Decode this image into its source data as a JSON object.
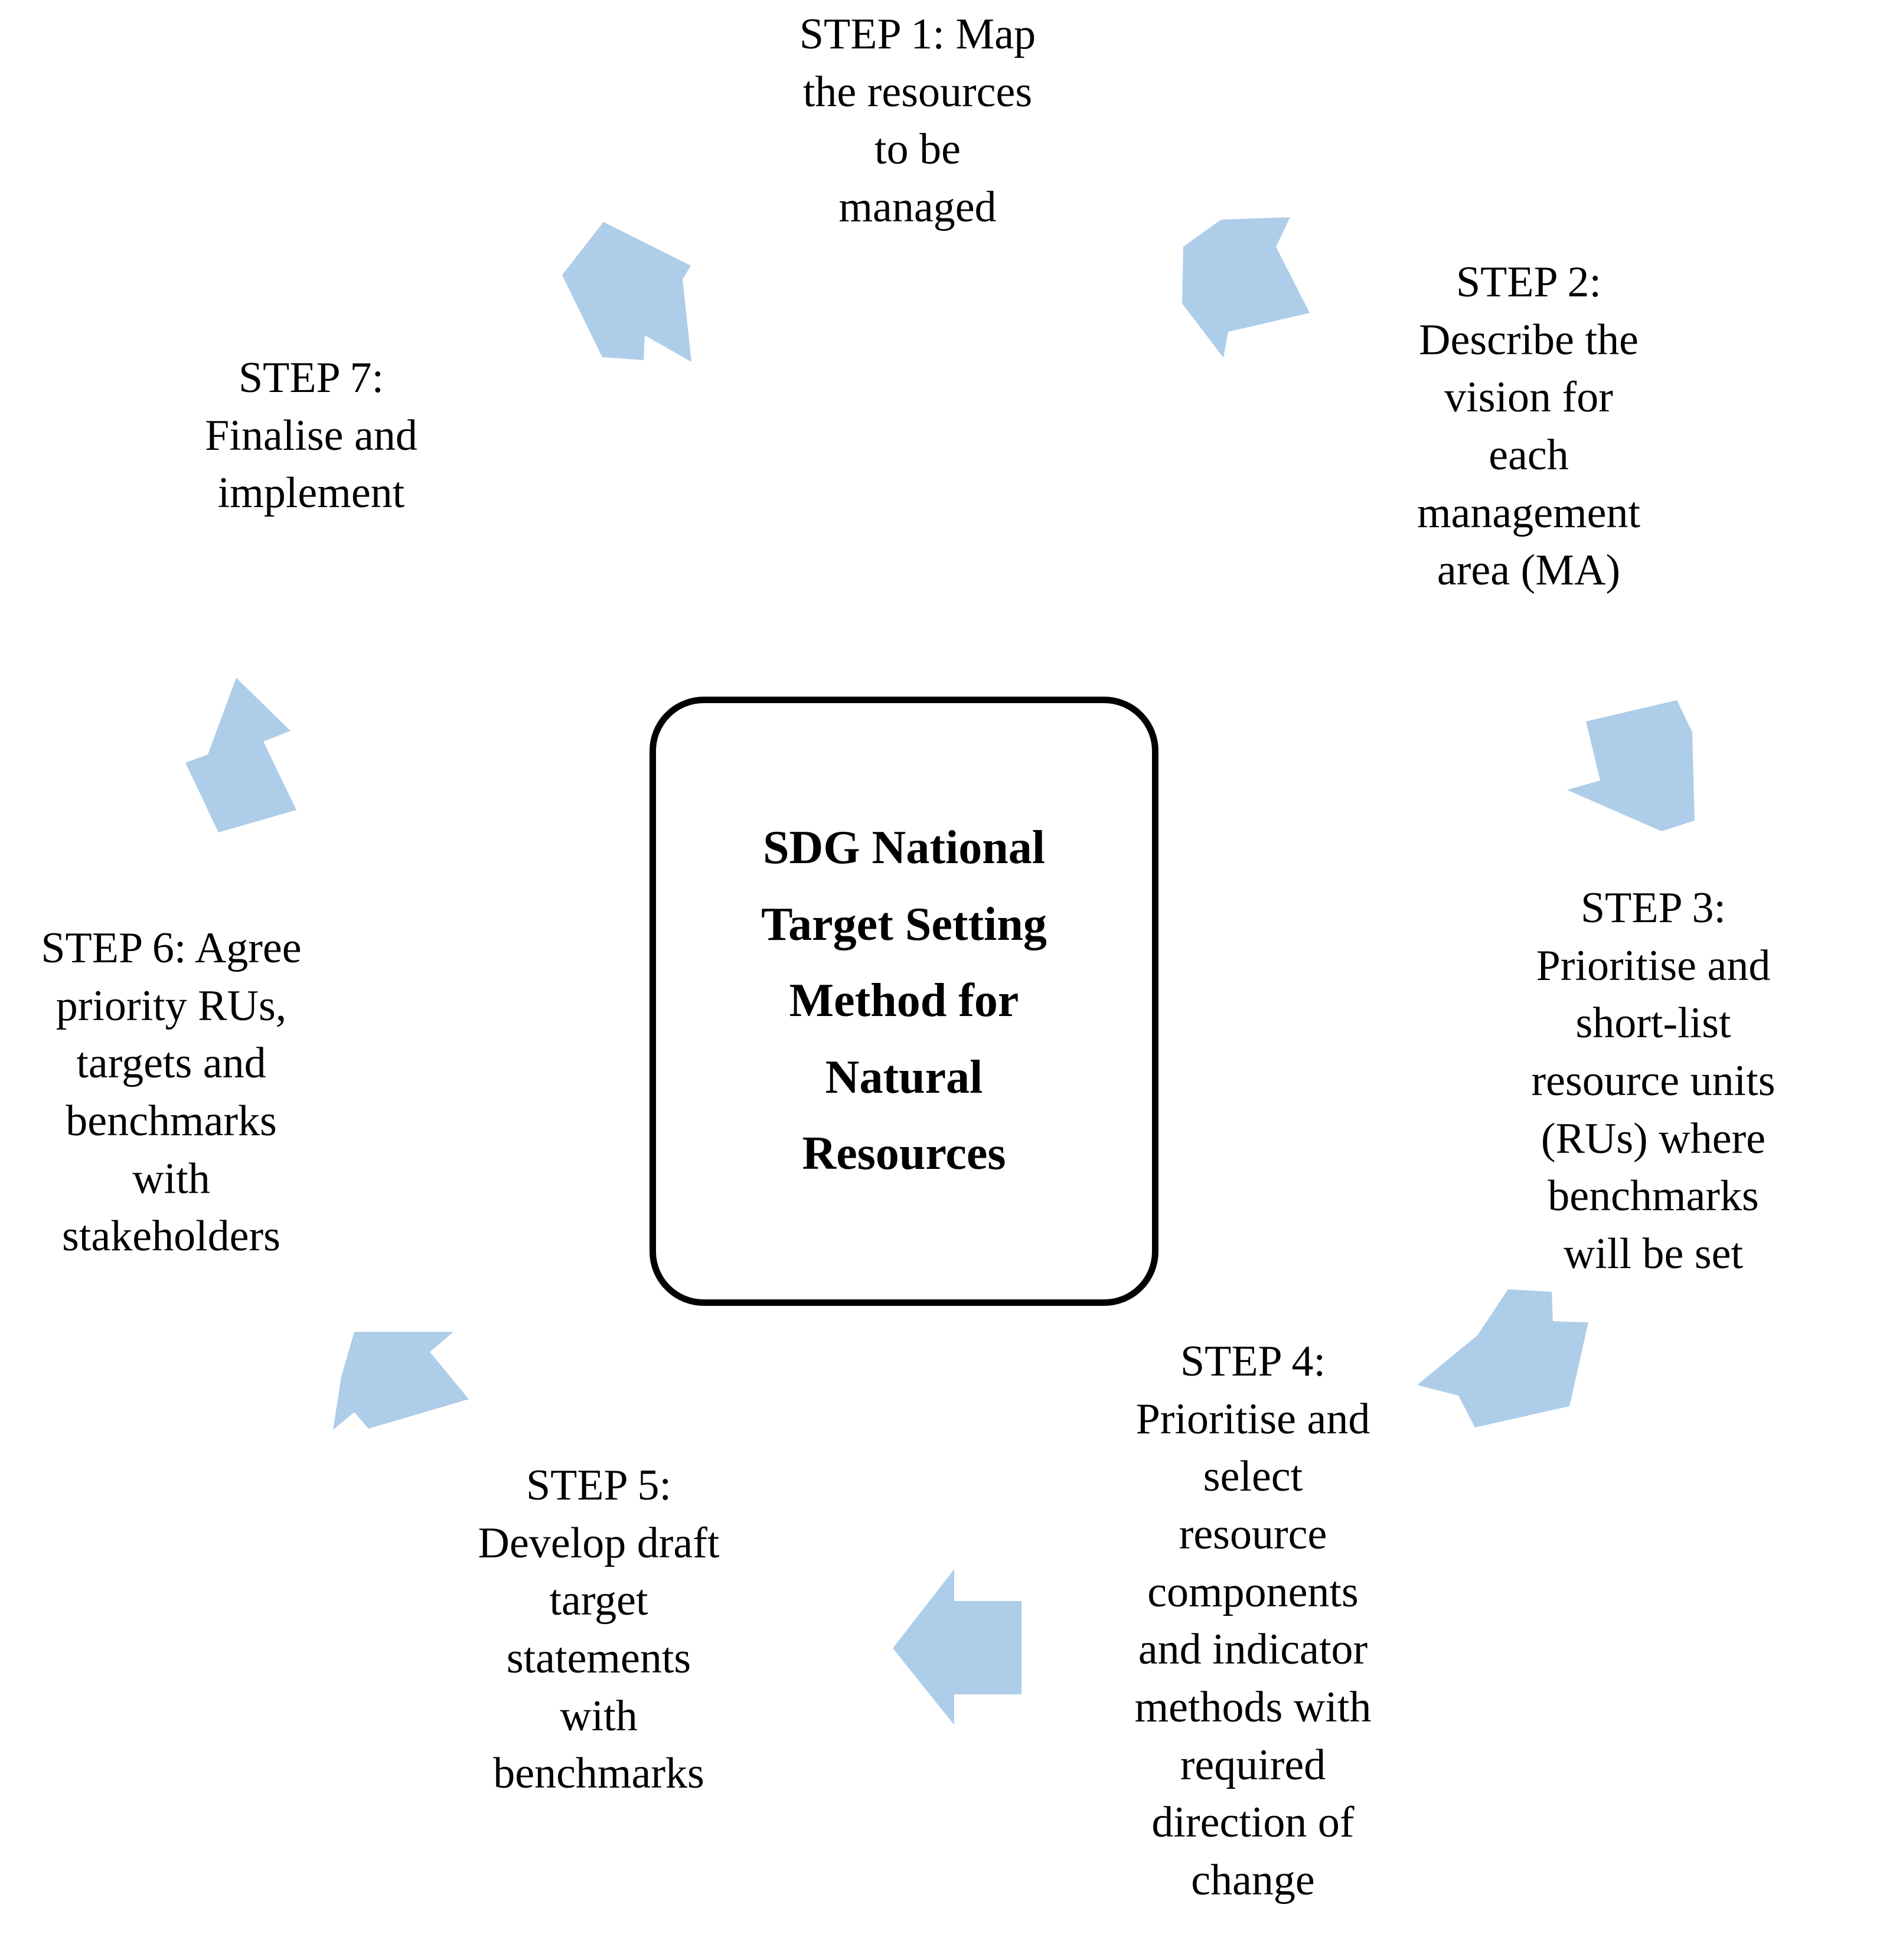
{
  "diagram": {
    "title": "SDG National Target Setting Method for Natural Resources",
    "type": "cyclical-process-diagram",
    "accent_color": "#AECDE9",
    "text_color": "#000000",
    "background_color": "#FFFFFF",
    "center": {
      "label": "SDG National\nTarget Setting\nMethod for\nNatural\nResources"
    },
    "steps": [
      {
        "id": "step-1",
        "number": "1",
        "label": "STEP 1: Map\nthe resources\nto be\nmanaged"
      },
      {
        "id": "step-2",
        "number": "2",
        "label": "STEP 2:\nDescribe the\nvision for\neach\nmanagement\narea (MA)"
      },
      {
        "id": "step-3",
        "number": "3",
        "label": "STEP 3:\nPrioritise and\nshort-list\nresource units\n(RUs) where\nbenchmarks\nwill be set"
      },
      {
        "id": "step-4",
        "number": "4",
        "label": "STEP 4:\nPrioritise and\nselect\nresource\ncomponents\nand indicator\nmethods with\nrequired\ndirection of\nchange"
      },
      {
        "id": "step-5",
        "number": "5",
        "label": "STEP 5:\nDevelop draft\ntarget\nstatements\nwith\nbenchmarks"
      },
      {
        "id": "step-6",
        "number": "6",
        "label": "STEP 6: Agree\npriority RUs,\ntargets and\nbenchmarks\nwith\nstakeholders"
      },
      {
        "id": "step-7",
        "number": "7",
        "label": "STEP 7:\nFinalise and\nimplement"
      }
    ],
    "arrows": [
      {
        "id": "arrow-7-to-1",
        "direction": "up-right",
        "from": "step-7",
        "to": "step-1"
      },
      {
        "id": "arrow-1-to-2",
        "direction": "down-right",
        "from": "step-1",
        "to": "step-2"
      },
      {
        "id": "arrow-2-to-3",
        "direction": "down",
        "from": "step-2",
        "to": "step-3"
      },
      {
        "id": "arrow-3-to-4",
        "direction": "down-left",
        "from": "step-3",
        "to": "step-4"
      },
      {
        "id": "arrow-4-to-5",
        "direction": "left",
        "from": "step-4",
        "to": "step-5"
      },
      {
        "id": "arrow-5-to-6",
        "direction": "up-left",
        "from": "step-5",
        "to": "step-6"
      },
      {
        "id": "arrow-6-to-7",
        "direction": "up",
        "from": "step-6",
        "to": "step-7"
      }
    ]
  }
}
